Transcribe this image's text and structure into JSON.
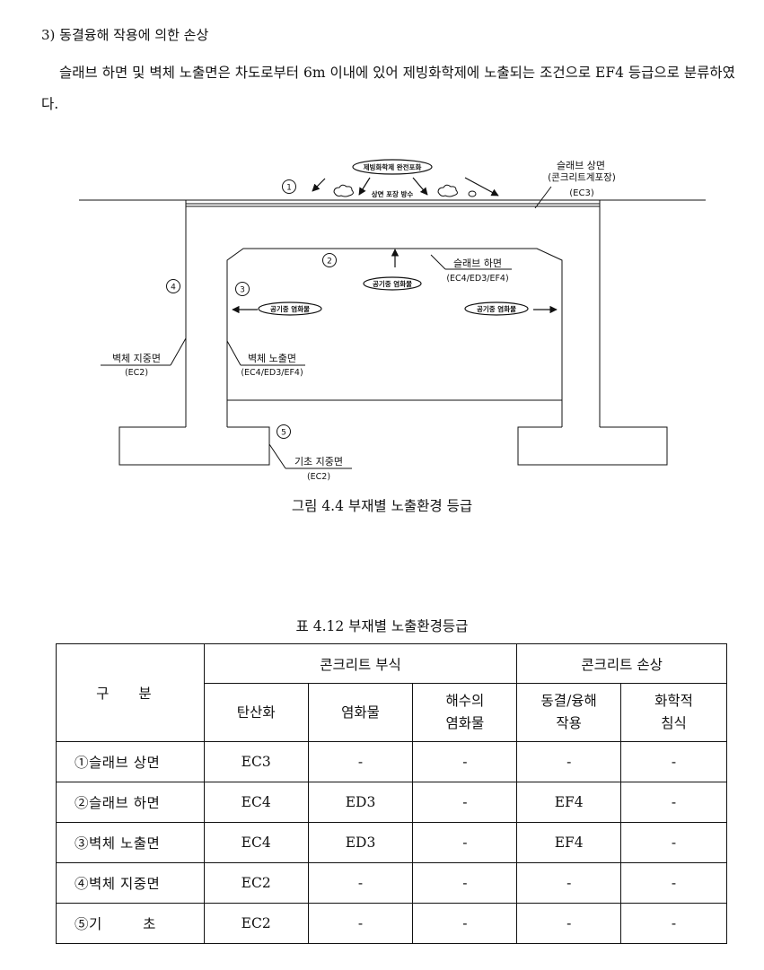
{
  "section": {
    "heading": "3) 동결융해 작용에 의한 손상",
    "paragraph": "슬래브 하면 및 벽체 노출면은 차도로부터 6m 이내에 있어 제빙화학제에 노출되는 조건으로 EF4 등급으로 분류하였다."
  },
  "figure": {
    "caption": "그림 4.4 부재별 노출환경 등급",
    "labels": {
      "deicer_saturation": "제빙화학제 완전포화",
      "top_paving": "상면 포장 방수",
      "slab_top": "슬래브 상면",
      "slab_top_sub": "(콘크리트계포장)",
      "slab_top_grade": "(EC3)",
      "slab_bottom": "슬래브 하면",
      "slab_bottom_grade": "(EC4/ED3/EF4)",
      "airborne_chloride": "공기중 염화물",
      "wall_exposed": "벽체 노출면",
      "wall_exposed_grade": "(EC4/ED3/EF4)",
      "wall_buried": "벽체 지중면",
      "wall_buried_grade": "(EC2)",
      "foundation_buried": "기초 지중면",
      "foundation_buried_grade": "(EC2)"
    },
    "markers": [
      "1",
      "2",
      "3",
      "4",
      "5"
    ]
  },
  "table": {
    "caption": "표 4.12 부재별 노출환경등급",
    "header": {
      "category": "구 분",
      "group_corrosion": "콘크리트 부식",
      "group_damage": "콘크리트 손상",
      "carbonation": "탄산화",
      "chloride": "염화물",
      "seawater_line1": "해수의",
      "seawater_line2": "염화물",
      "freeze_line1": "동결/융해",
      "freeze_line2": "작용",
      "chemical_line1": "화학적",
      "chemical_line2": "침식"
    },
    "rows": [
      {
        "label": "①슬래브 상면",
        "c1": "EC3",
        "c2": "-",
        "c3": "-",
        "c4": "-",
        "c5": "-"
      },
      {
        "label": "②슬래브 하면",
        "c1": "EC4",
        "c2": "ED3",
        "c3": "-",
        "c4": "EF4",
        "c5": "-"
      },
      {
        "label": "③벽체 노출면",
        "c1": "EC4",
        "c2": "ED3",
        "c3": "-",
        "c4": "EF4",
        "c5": "-"
      },
      {
        "label": "④벽체 지중면",
        "c1": "EC2",
        "c2": "-",
        "c3": "-",
        "c4": "-",
        "c5": "-"
      },
      {
        "label": "⑤기 초",
        "c1": "EC2",
        "c2": "-",
        "c3": "-",
        "c4": "-",
        "c5": "-"
      }
    ]
  }
}
